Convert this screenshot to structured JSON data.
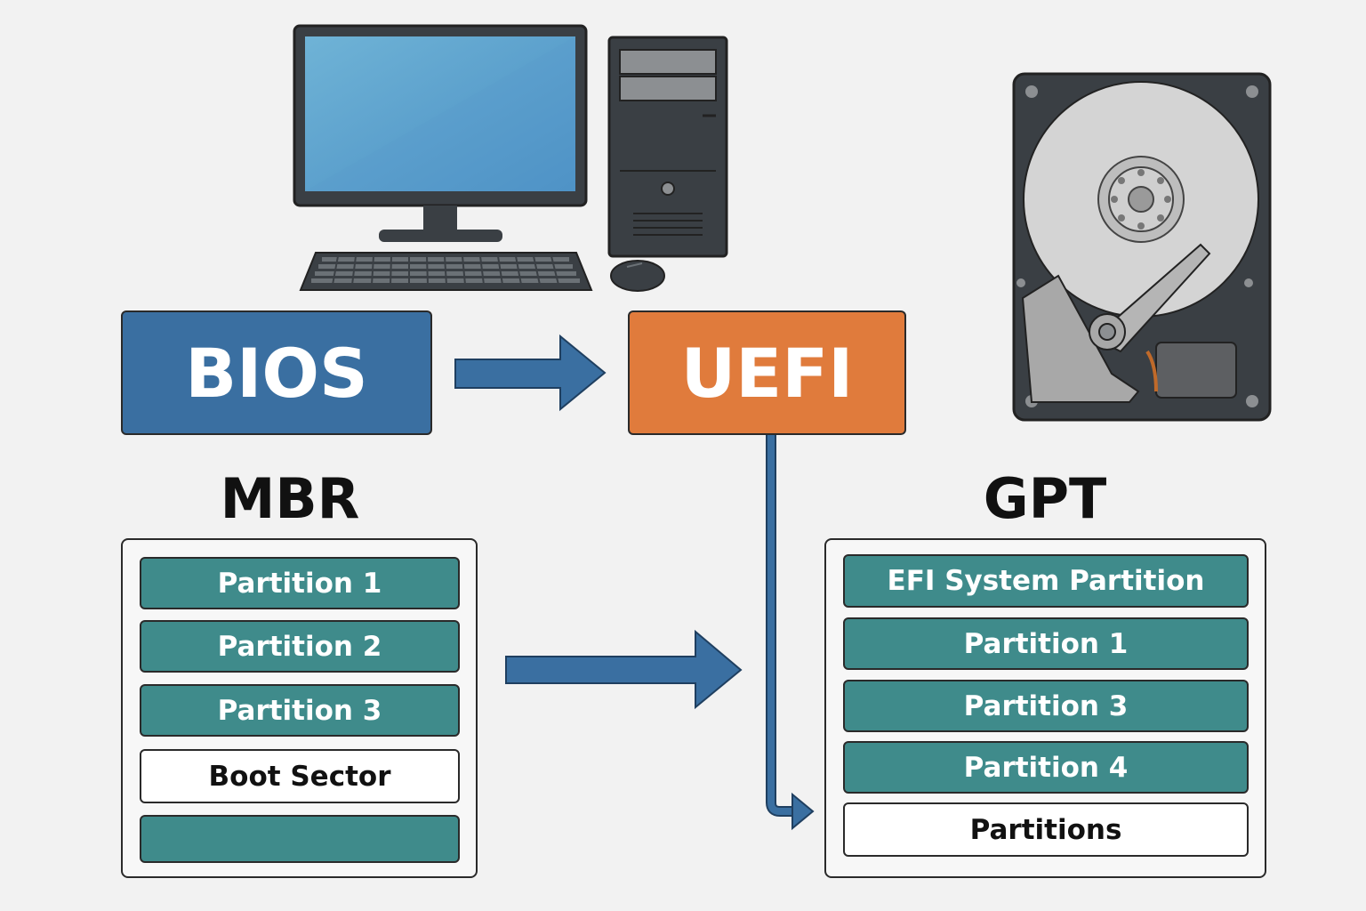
{
  "colors": {
    "bios": "#3a6fa1",
    "uefi": "#e07b3c",
    "partition": "#3f8b8b",
    "arrow": "#3a6fa1",
    "outline": "#2a2a2a"
  },
  "bios": {
    "label": "BIOS"
  },
  "uefi": {
    "label": "UEFI"
  },
  "mbr": {
    "title": "MBR",
    "rows": [
      {
        "label": "Partition 1",
        "style": "teal"
      },
      {
        "label": "Partition 2",
        "style": "teal"
      },
      {
        "label": "Partition 3",
        "style": "teal"
      },
      {
        "label": "Boot Sector",
        "style": "white"
      },
      {
        "label": "",
        "style": "teal"
      }
    ]
  },
  "gpt": {
    "title": "GPT",
    "rows": [
      {
        "label": "EFI System Partition",
        "style": "teal"
      },
      {
        "label": "Partition 1",
        "style": "teal"
      },
      {
        "label": "Partition 3",
        "style": "teal"
      },
      {
        "label": "Partition 4",
        "style": "teal"
      },
      {
        "label": "Partitions",
        "style": "white"
      }
    ]
  },
  "icons": [
    "monitor-icon",
    "keyboard-icon",
    "pc-tower-icon",
    "mouse-icon",
    "hard-drive-icon"
  ]
}
